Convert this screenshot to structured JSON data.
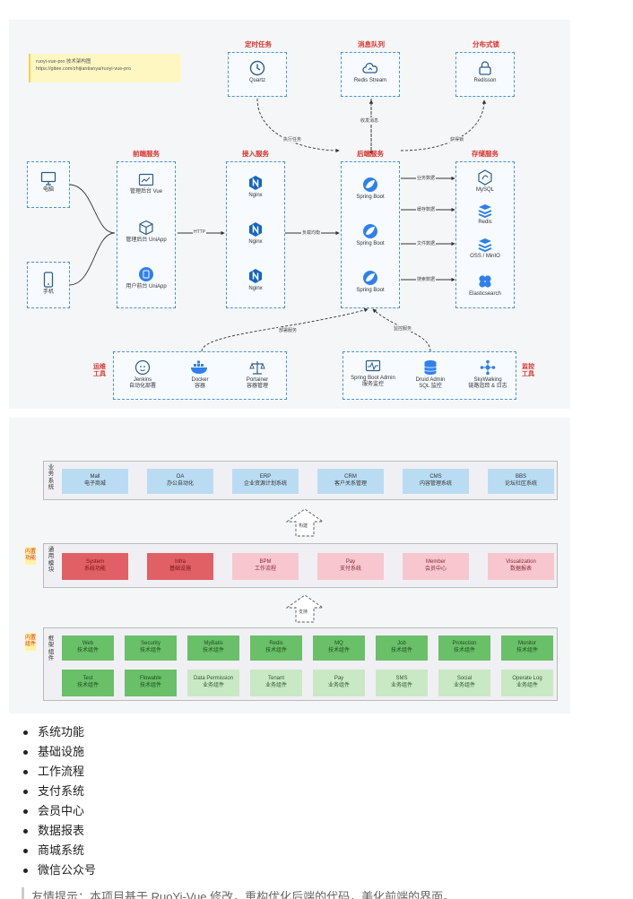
{
  "architecture": {
    "note": {
      "line1": "ruoyi-vue-pro 技术架构图",
      "line2": "https://gitee.com/zhijiantianya/ruoyi-vue-pro"
    },
    "top_titles": {
      "scheduled": "定时任务",
      "queue": "消息队列",
      "distributed": "分布式锁"
    },
    "top_nodes": {
      "quartz": "Quartz",
      "redis_stream": "Redis Stream",
      "redisson": "Redisson"
    },
    "column_titles": {
      "frontend": "前端服务",
      "gateway": "接入服务",
      "backend": "后端服务",
      "storage": "存储服务"
    },
    "clients": {
      "pc": "电脑",
      "mobile": "手机"
    },
    "frontend_nodes": [
      "管理后台 Vue",
      "管理后台 UniApp",
      "用户前台 UniApp"
    ],
    "gateway_nodes": [
      "Nginx",
      "Nginx",
      "Nginx"
    ],
    "backend_nodes": [
      "Spring Boot",
      "Spring Boot",
      "Spring Boot"
    ],
    "storage_nodes": [
      "MySQL",
      "Redis",
      "OSS / MinIO",
      "Elasticsearch"
    ],
    "edge_labels": {
      "http": "HTTP",
      "lb": "负载均衡",
      "exec_task": "执行任务",
      "send_msg": "收发消息",
      "get_lock": "获得锁",
      "biz_data": "业务数据",
      "cache_data": "缓存数据",
      "file_data": "文件数据",
      "search_data": "搜索数据",
      "deploy": "部署服务",
      "monitor": "监控服务"
    },
    "ops": {
      "title": "运维工具",
      "items": [
        {
          "name": "Jenkins",
          "desc": "自动化部署"
        },
        {
          "name": "Docker",
          "desc": "容器"
        },
        {
          "name": "Portainer",
          "desc": "容器管理"
        }
      ]
    },
    "monitoring": {
      "title": "监控工具",
      "items": [
        {
          "name": "Spring Boot Admin",
          "desc": "服务监控"
        },
        {
          "name": "Druid Admin",
          "desc": "SQL 监控"
        },
        {
          "name": "SkyWalking",
          "desc": "链路追踪 & 日志"
        }
      ]
    }
  },
  "layers": {
    "business": {
      "label": "业务系统",
      "items": [
        {
          "en": "Mall",
          "cn": "电子商城"
        },
        {
          "en": "OA",
          "cn": "办公自动化"
        },
        {
          "en": "ERP",
          "cn": "企业资源计划系统"
        },
        {
          "en": "CRM",
          "cn": "客户关系管理"
        },
        {
          "en": "CMS",
          "cn": "内容管理系统"
        },
        {
          "en": "BBS",
          "cn": "论坛社区系统"
        }
      ]
    },
    "arrow1": "构建",
    "common": {
      "tag": "内置功能",
      "label": "通用模块",
      "items": [
        {
          "en": "System",
          "cn": "系统功能"
        },
        {
          "en": "Infra",
          "cn": "基础设施"
        },
        {
          "en": "BPM",
          "cn": "工作流程"
        },
        {
          "en": "Pay",
          "cn": "支付系统"
        },
        {
          "en": "Member",
          "cn": "会员中心"
        },
        {
          "en": "Visualization",
          "cn": "数据报表"
        }
      ]
    },
    "arrow2": "支持",
    "framework": {
      "tag": "内置组件",
      "label": "框架组件",
      "row1": [
        {
          "en": "Web",
          "cn": "技术组件"
        },
        {
          "en": "Security",
          "cn": "技术组件"
        },
        {
          "en": "MyBatis",
          "cn": "技术组件"
        },
        {
          "en": "Redis",
          "cn": "技术组件"
        },
        {
          "en": "MQ",
          "cn": "技术组件"
        },
        {
          "en": "Job",
          "cn": "技术组件"
        },
        {
          "en": "Protection",
          "cn": "技术组件"
        },
        {
          "en": "Monitor",
          "cn": "技术组件"
        }
      ],
      "row2": [
        {
          "en": "Test",
          "cn": "技术组件"
        },
        {
          "en": "Flowable",
          "cn": "技术组件"
        },
        {
          "en": "Data Permission",
          "cn": "业务组件"
        },
        {
          "en": "Tenant",
          "cn": "业务组件"
        },
        {
          "en": "Pay",
          "cn": "业务组件"
        },
        {
          "en": "SMS",
          "cn": "业务组件"
        },
        {
          "en": "Social",
          "cn": "业务组件"
        },
        {
          "en": "Operate Log",
          "cn": "业务组件"
        }
      ]
    }
  },
  "features": [
    "系统功能",
    "基础设施",
    "工作流程",
    "支付系统",
    "会员中心",
    "数据报表",
    "商城系统",
    "微信公众号"
  ],
  "tip": "友情提示：本项目基于 RuoYi-Vue 修改，重构优化后端的代码，美化前端的界面。",
  "colors": {
    "dash_blue": "#4a90e2",
    "title_red": "#d9332b",
    "biz_blue": "#b9dcf3",
    "sys_red": "#e06066",
    "sys_pink": "#f7c6cf",
    "fw_green": "#6abf69",
    "fw_light": "#c9e8c4",
    "note_yellow": "#fff7c2"
  }
}
